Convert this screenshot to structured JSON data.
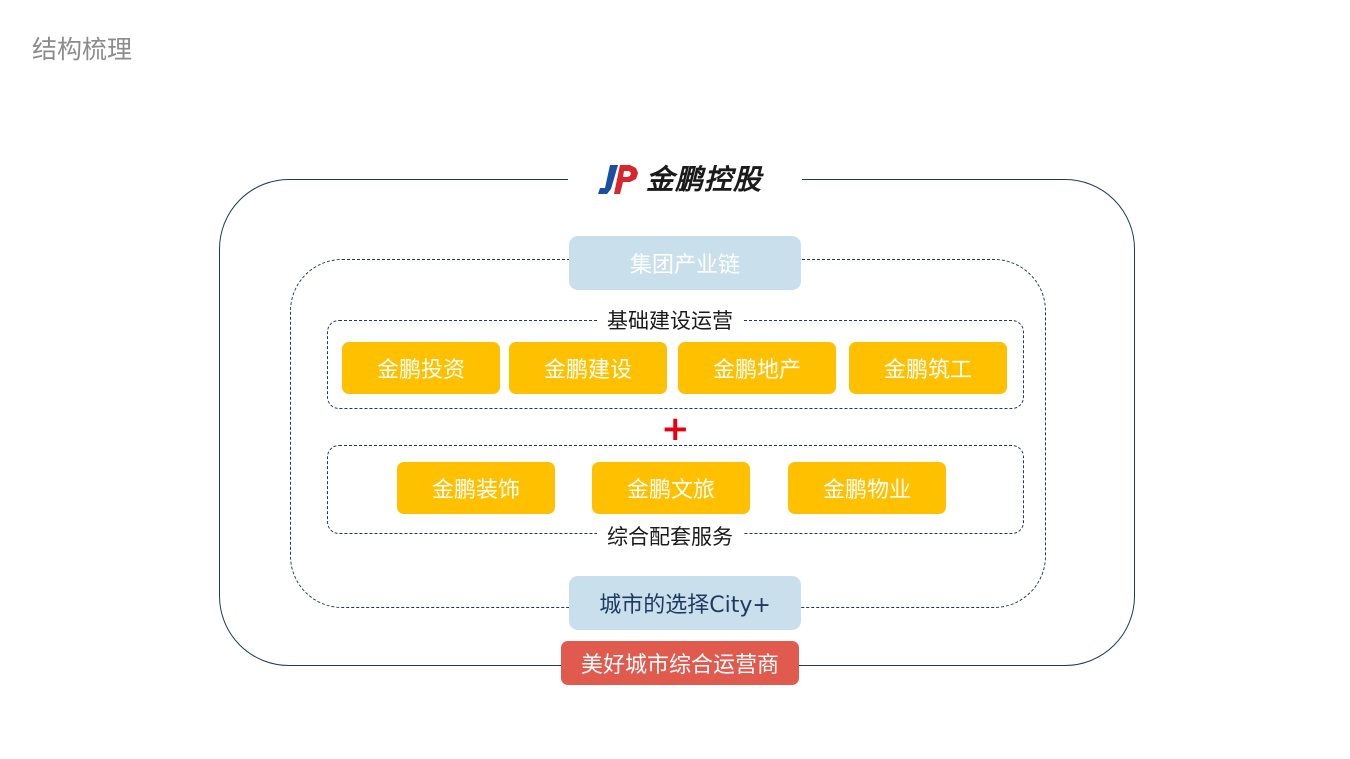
{
  "page": {
    "title": "结构梳理"
  },
  "logo": {
    "text": "金鹏控股",
    "mark_icon": "jp-monogram-icon",
    "colors": {
      "blue": "#1a4fa0",
      "red": "#d9262e"
    }
  },
  "diagram": {
    "top_label": "集团产业链",
    "upper_group": {
      "label": "基础建设运营",
      "items": [
        "金鹏投资",
        "金鹏建设",
        "金鹏地产",
        "金鹏筑工"
      ]
    },
    "plus_symbol": "+",
    "lower_group": {
      "label": "综合配套服务",
      "items": [
        "金鹏装饰",
        "金鹏文旅",
        "金鹏物业"
      ]
    },
    "city_label": "城市的选择City+",
    "bottom_label": "美好城市综合运营商"
  },
  "colors": {
    "frame": "#1f3a5f",
    "light_blue": "#c9dfec",
    "yellow": "#ffc000",
    "red": "#e05a4e",
    "plus_red": "#e60012",
    "title_gray": "#8c8c8c"
  }
}
